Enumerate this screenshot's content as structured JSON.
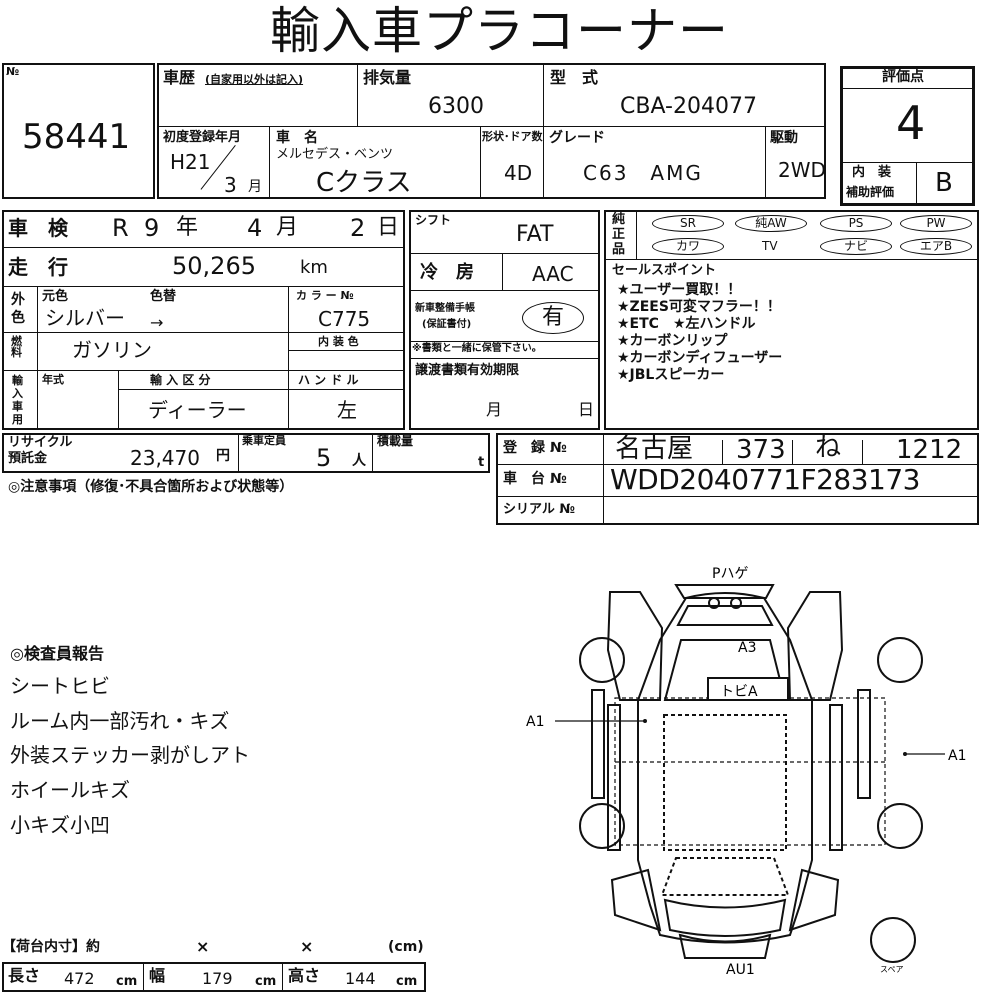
{
  "title": "輸入車プラコーナー",
  "lot": {
    "label": "№",
    "number": "58441"
  },
  "history": {
    "label": "車歴",
    "note": "(自家用以外は記入)"
  },
  "displacement": {
    "label": "排気量",
    "value": "6300"
  },
  "model_code": {
    "label": "型　式",
    "value": "CBA-204077"
  },
  "first_reg": {
    "label": "初度登録年月",
    "era_year": "H21",
    "month": "3",
    "month_unit": "月"
  },
  "car_name": {
    "label": "車　名",
    "maker": "メルセデス・ベンツ",
    "name": "Cクラス"
  },
  "shape_doors": {
    "label": "形状･ドア数",
    "value": "4D"
  },
  "grade": {
    "label": "グレード",
    "value": "C63　AMG"
  },
  "drive": {
    "label": "駆動",
    "value": "2WD"
  },
  "score": {
    "label": "評価点",
    "value": "4",
    "interior_label_1": "内　装",
    "interior_label_2": "補助評価",
    "interior_value": "B"
  },
  "inspection": {
    "label": "車　検",
    "era": "R",
    "year": "9",
    "year_unit": "年",
    "month": "4",
    "month_unit": "月",
    "day": "2",
    "day_unit": "日"
  },
  "shift": {
    "label": "シフト",
    "value": "FAT"
  },
  "equipment": {
    "label": "純正品",
    "row1": [
      "SR",
      "純AW",
      "PS",
      "PW"
    ],
    "row2": [
      "カワ",
      "TV",
      "ナビ",
      "エアB"
    ]
  },
  "mileage": {
    "label": "走　行",
    "value": "50,265",
    "unit": "km"
  },
  "ac": {
    "label": "冷　房",
    "value": "AAC"
  },
  "sales_points": {
    "label": "セールスポイント",
    "items": [
      "★ユーザー買取！！",
      "★ZEES可変マフラー！！",
      "★ETC　★左ハンドル",
      "★カーボンリップ",
      "★カーボンディフューザー",
      "★JBLスピーカー"
    ]
  },
  "color": {
    "label": "外色",
    "orig_label": "元色",
    "change_label": "色替",
    "orig_value": "シルバー",
    "arrow": "→",
    "code_label": "カ ラ ー №",
    "code_value": "C775"
  },
  "warranty": {
    "label_1": "新車整備手帳",
    "label_2": "(保証書付)",
    "value": "有",
    "note": "※書類と一緒に保管下さい。"
  },
  "fuel": {
    "label": "燃料",
    "value": "ガソリン",
    "interior_color_label": "内 装 色"
  },
  "import": {
    "label": "輸入車用",
    "year_label": "年式",
    "category_label": "輸 入 区 分",
    "category_value": "ディーラー",
    "handle_label": "ハ ン ド ル",
    "handle_value": "左"
  },
  "transfer": {
    "label": "譲渡書類有効期限",
    "month_unit": "月",
    "day_unit": "日"
  },
  "recycle": {
    "label_1": "リサイクル",
    "label_2": "預託金",
    "value": "23,470",
    "unit": "円"
  },
  "capacity": {
    "label": "乗車定員",
    "value": "5",
    "unit": "人"
  },
  "load": {
    "label": "積載量",
    "unit": "t"
  },
  "registration": {
    "label": "登　録 №",
    "region": "名古屋",
    "class": "373",
    "kana": "ね",
    "number": "1212",
    "chassis_label": "車　台 №",
    "chassis": "WDD2040771F283173",
    "serial_label": "シリアル №"
  },
  "notes_header": "◎注意事項（修復･不具合箇所および状態等）",
  "inspector": {
    "header": "◎検査員報告",
    "items": [
      "シートヒビ",
      "ルーム内一部汚れ・キズ",
      "外装ステッカー剥がしアト",
      "ホイールキズ",
      "小キズ小凹"
    ]
  },
  "cargo": {
    "header": "【荷台内寸】約",
    "times1": "×",
    "times2": "×",
    "unit_paren": "(cm)",
    "length_label": "長さ",
    "length": "472",
    "width_label": "幅",
    "width": "179",
    "height_label": "高さ",
    "height": "144",
    "unit": "cm"
  },
  "diagram": {
    "top_label": "Pハゲ",
    "a3": "A3",
    "tobi": "トビA",
    "left_label": "A1",
    "right_label": "A1",
    "bottom_label": "AU1",
    "spare_label": "スペア"
  }
}
